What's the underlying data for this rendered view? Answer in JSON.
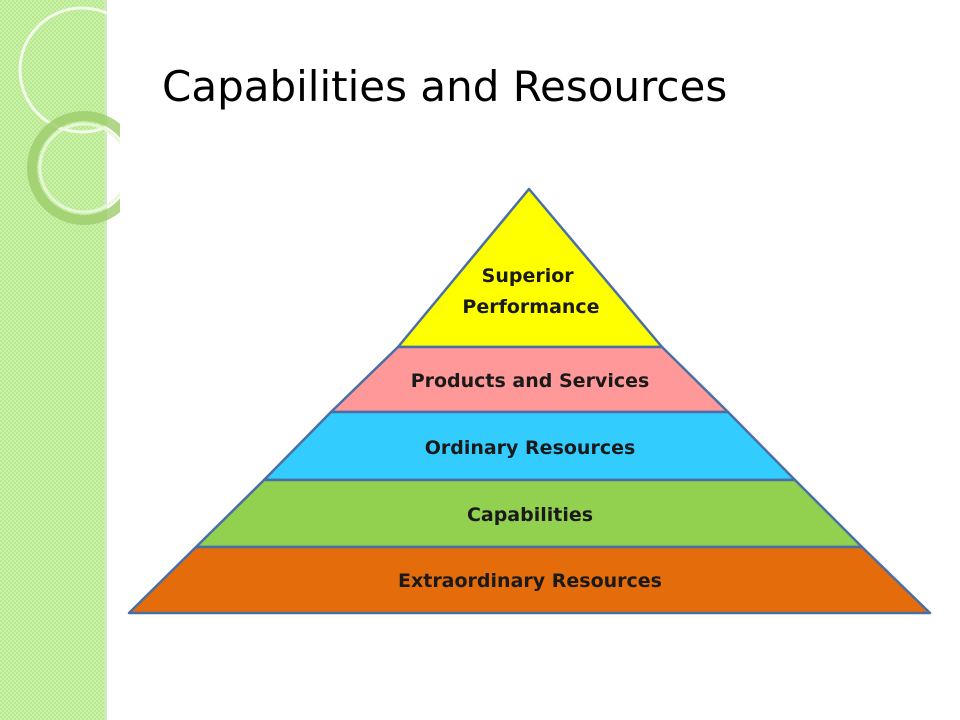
{
  "slide": {
    "title": "Capabilities and Resources"
  },
  "pyramid": {
    "tiers": [
      {
        "label_lines": [
          "Superior",
          "Performance"
        ],
        "color": "#ffff00"
      },
      {
        "label_lines": [
          "Products and Services"
        ],
        "color": "#ff9999"
      },
      {
        "label_lines": [
          "Ordinary Resources"
        ],
        "color": "#33ccff"
      },
      {
        "label_lines": [
          "Capabilities"
        ],
        "color": "#92d050"
      },
      {
        "label_lines": [
          "Extraordinary Resources"
        ],
        "color": "#e46c0a"
      }
    ],
    "outline_color": "#4a6fa5"
  },
  "theme": {
    "side_band_color": "#b7ea8c"
  }
}
